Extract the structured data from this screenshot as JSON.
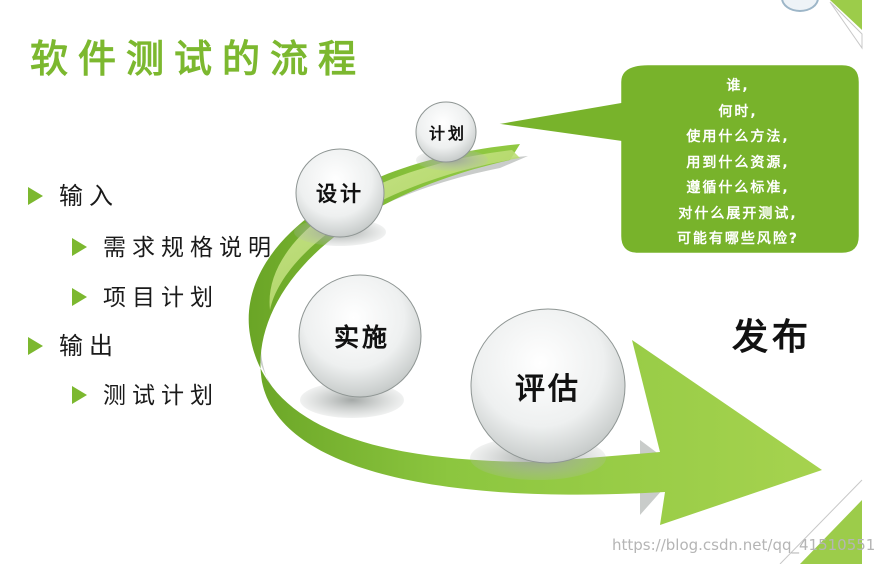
{
  "slide": {
    "title": "软件测试的流程",
    "bullets": [
      {
        "level": 1,
        "text": "输入"
      },
      {
        "level": 2,
        "text": "需求规格说明"
      },
      {
        "level": 2,
        "text": "项目计划"
      },
      {
        "level": 1,
        "text": "输出"
      },
      {
        "level": 2,
        "text": "测试计划"
      }
    ],
    "stages": {
      "plan": "计划",
      "design": "设计",
      "implement": "实施",
      "evaluate": "评估"
    },
    "callout_lines": [
      "谁,",
      "何时,",
      "使用什么方法,",
      "用到什么资源,",
      "遵循什么标准,",
      "对什么展开测试,",
      "可能有哪些风险?"
    ],
    "release": "发布",
    "watermark": "https://blog.csdn.net/qq_41510551",
    "colors": {
      "accent_green": "#7cb82f",
      "light_green": "#b9d96a",
      "callout_green": "#78b32b"
    }
  }
}
